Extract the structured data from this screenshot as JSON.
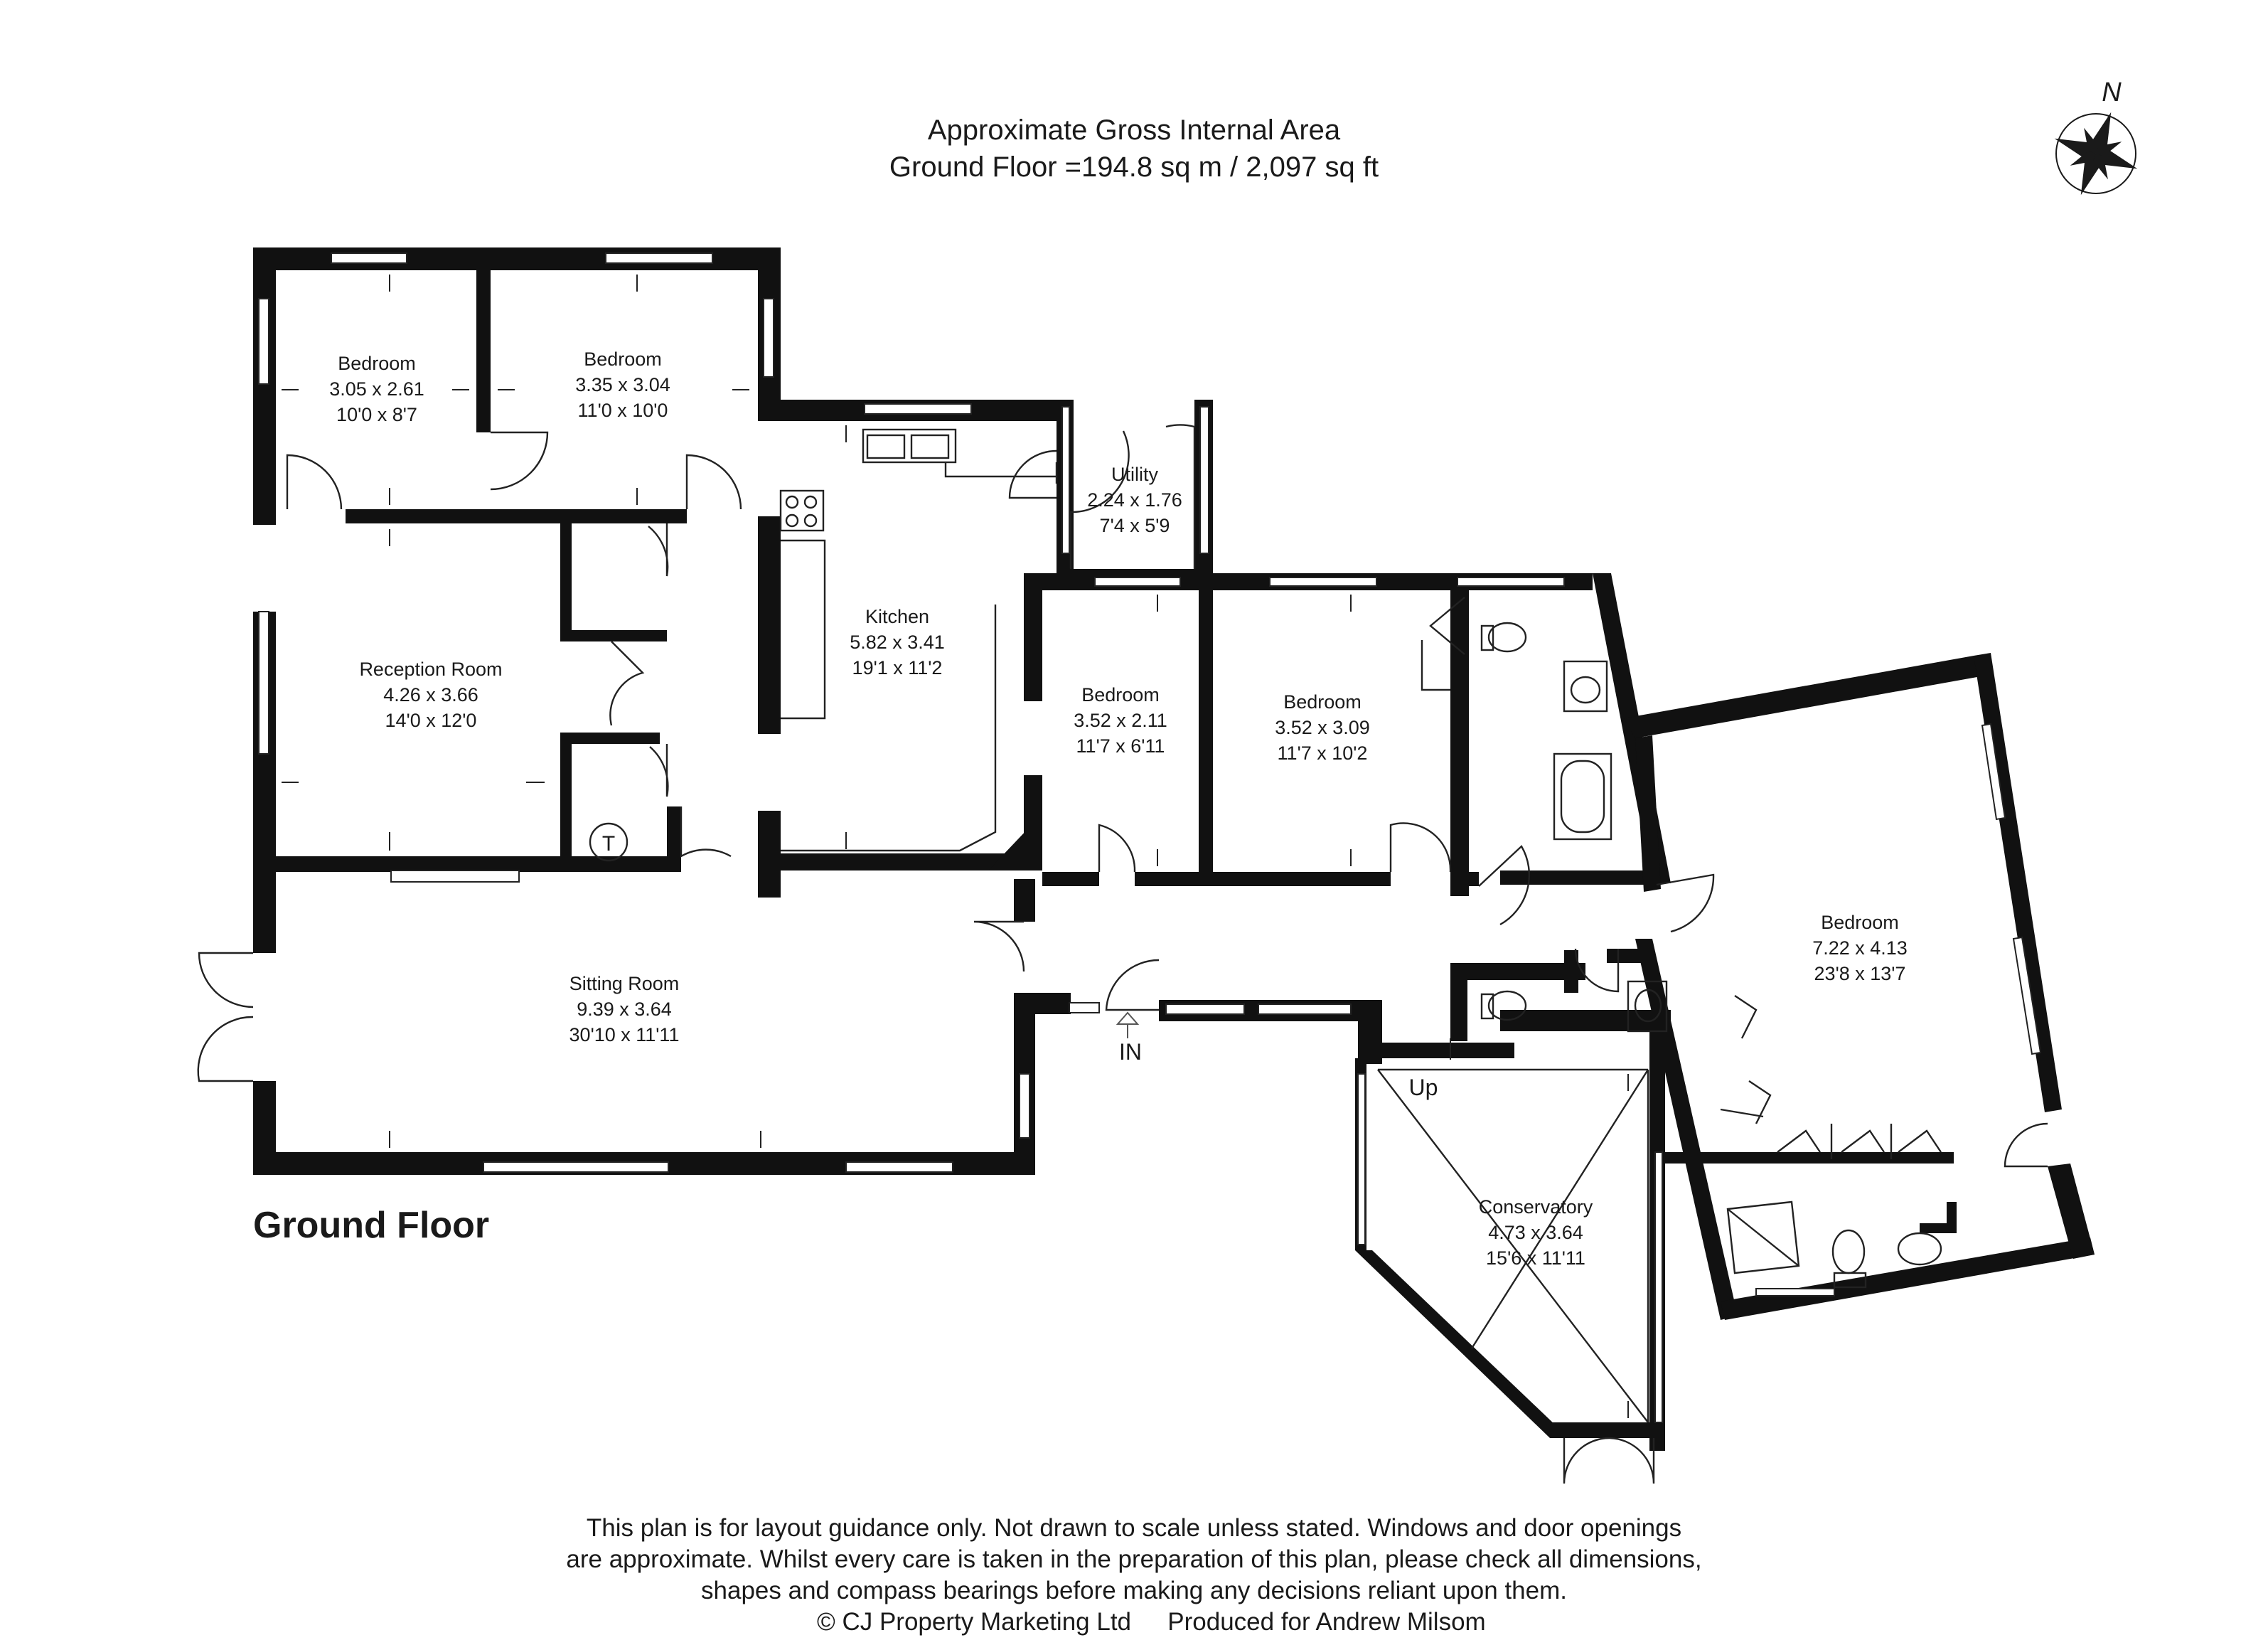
{
  "header": {
    "line1": "Approximate Gross Internal Area",
    "line2": "Ground Floor =194.8 sq m / 2,097 sq ft"
  },
  "compass": {
    "label": "N",
    "icon": "compass-rose-icon"
  },
  "floor_label": "Ground Floor",
  "rooms": {
    "bedroom_a": {
      "name": "Bedroom",
      "metric": "3.05 x 2.61",
      "imperial": "10'0 x 8'7"
    },
    "bedroom_b": {
      "name": "Bedroom",
      "metric": "3.35 x 3.04",
      "imperial": "11'0 x 10'0"
    },
    "utility": {
      "name": "Utility",
      "metric": "2.24 x 1.76",
      "imperial": "7'4 x 5'9"
    },
    "kitchen": {
      "name": "Kitchen",
      "metric": "5.82 x 3.41",
      "imperial": "19'1 x 11'2"
    },
    "reception": {
      "name": "Reception Room",
      "metric": "4.26 x 3.66",
      "imperial": "14'0 x 12'0"
    },
    "bedroom_c": {
      "name": "Bedroom",
      "metric": "3.52 x 2.11",
      "imperial": "11'7 x 6'11"
    },
    "bedroom_d": {
      "name": "Bedroom",
      "metric": "3.52 x 3.09",
      "imperial": "11'7 x 10'2"
    },
    "bedroom_e": {
      "name": "Bedroom",
      "metric": "7.22 x 4.13",
      "imperial": "23'8 x 13'7"
    },
    "sitting": {
      "name": "Sitting Room",
      "metric": "9.39 x 3.64",
      "imperial": "30'10 x 11'11"
    },
    "conservatory": {
      "name": "Conservatory",
      "metric": "4.73 x 3.64",
      "imperial": "15'6 x 11'11"
    }
  },
  "markers": {
    "entrance": "IN",
    "stairs": "Up",
    "tank": "T"
  },
  "disclaimer": {
    "line1": "This plan is for layout guidance only. Not drawn to scale unless stated. Windows and door openings",
    "line2": "are approximate. Whilst every care is taken in the preparation of this plan, please check all dimensions,",
    "line3": "shapes and compass bearings before making any decisions reliant upon them.",
    "copyright": "© CJ Property Marketing Ltd",
    "produced": "Produced for Andrew Milsom"
  }
}
